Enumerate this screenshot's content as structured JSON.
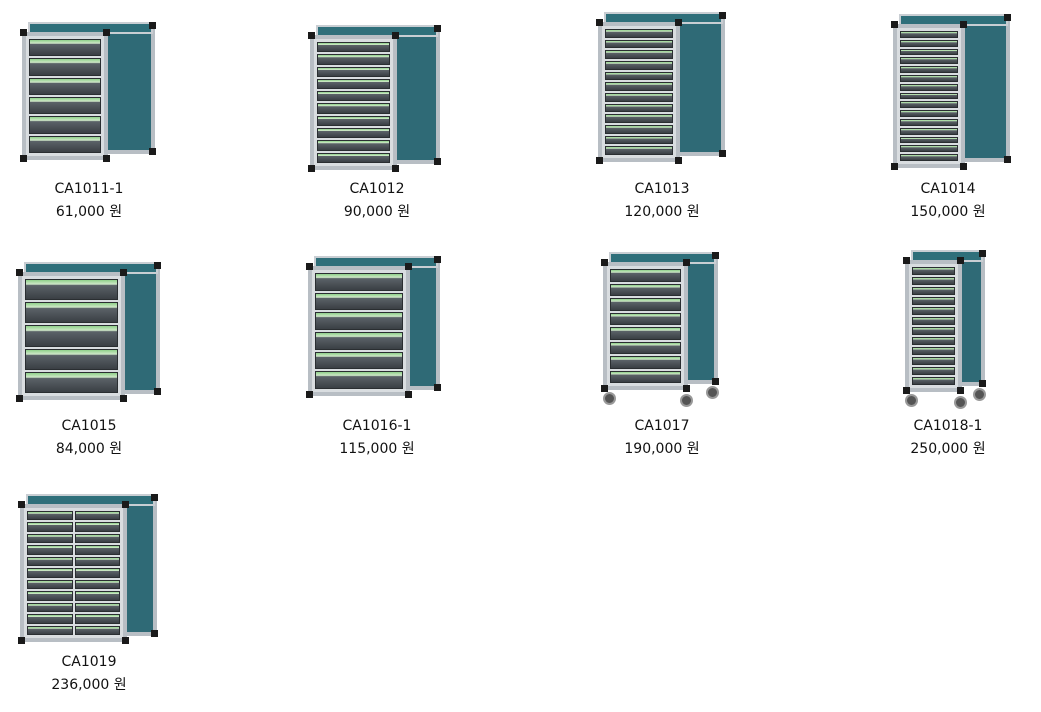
{
  "products": [
    {
      "name": "CA1011-1",
      "price": "61,000 원"
    },
    {
      "name": "CA1012",
      "price": "90,000 원"
    },
    {
      "name": "CA1013",
      "price": "120,000 원"
    },
    {
      "name": "CA1014",
      "price": "150,000 원"
    },
    {
      "name": "CA1015",
      "price": "84,000 원"
    },
    {
      "name": "CA1016-1",
      "price": "115,000 원"
    },
    {
      "name": "CA1017",
      "price": "190,000 원"
    },
    {
      "name": "CA1018-1",
      "price": "250,000 원"
    },
    {
      "name": "CA1019",
      "price": "236,000 원"
    }
  ],
  "colors": {
    "cabinet_panel": "#2f6a76",
    "frame": "#b8bec4",
    "drawer_accent": "#8fd08a"
  }
}
